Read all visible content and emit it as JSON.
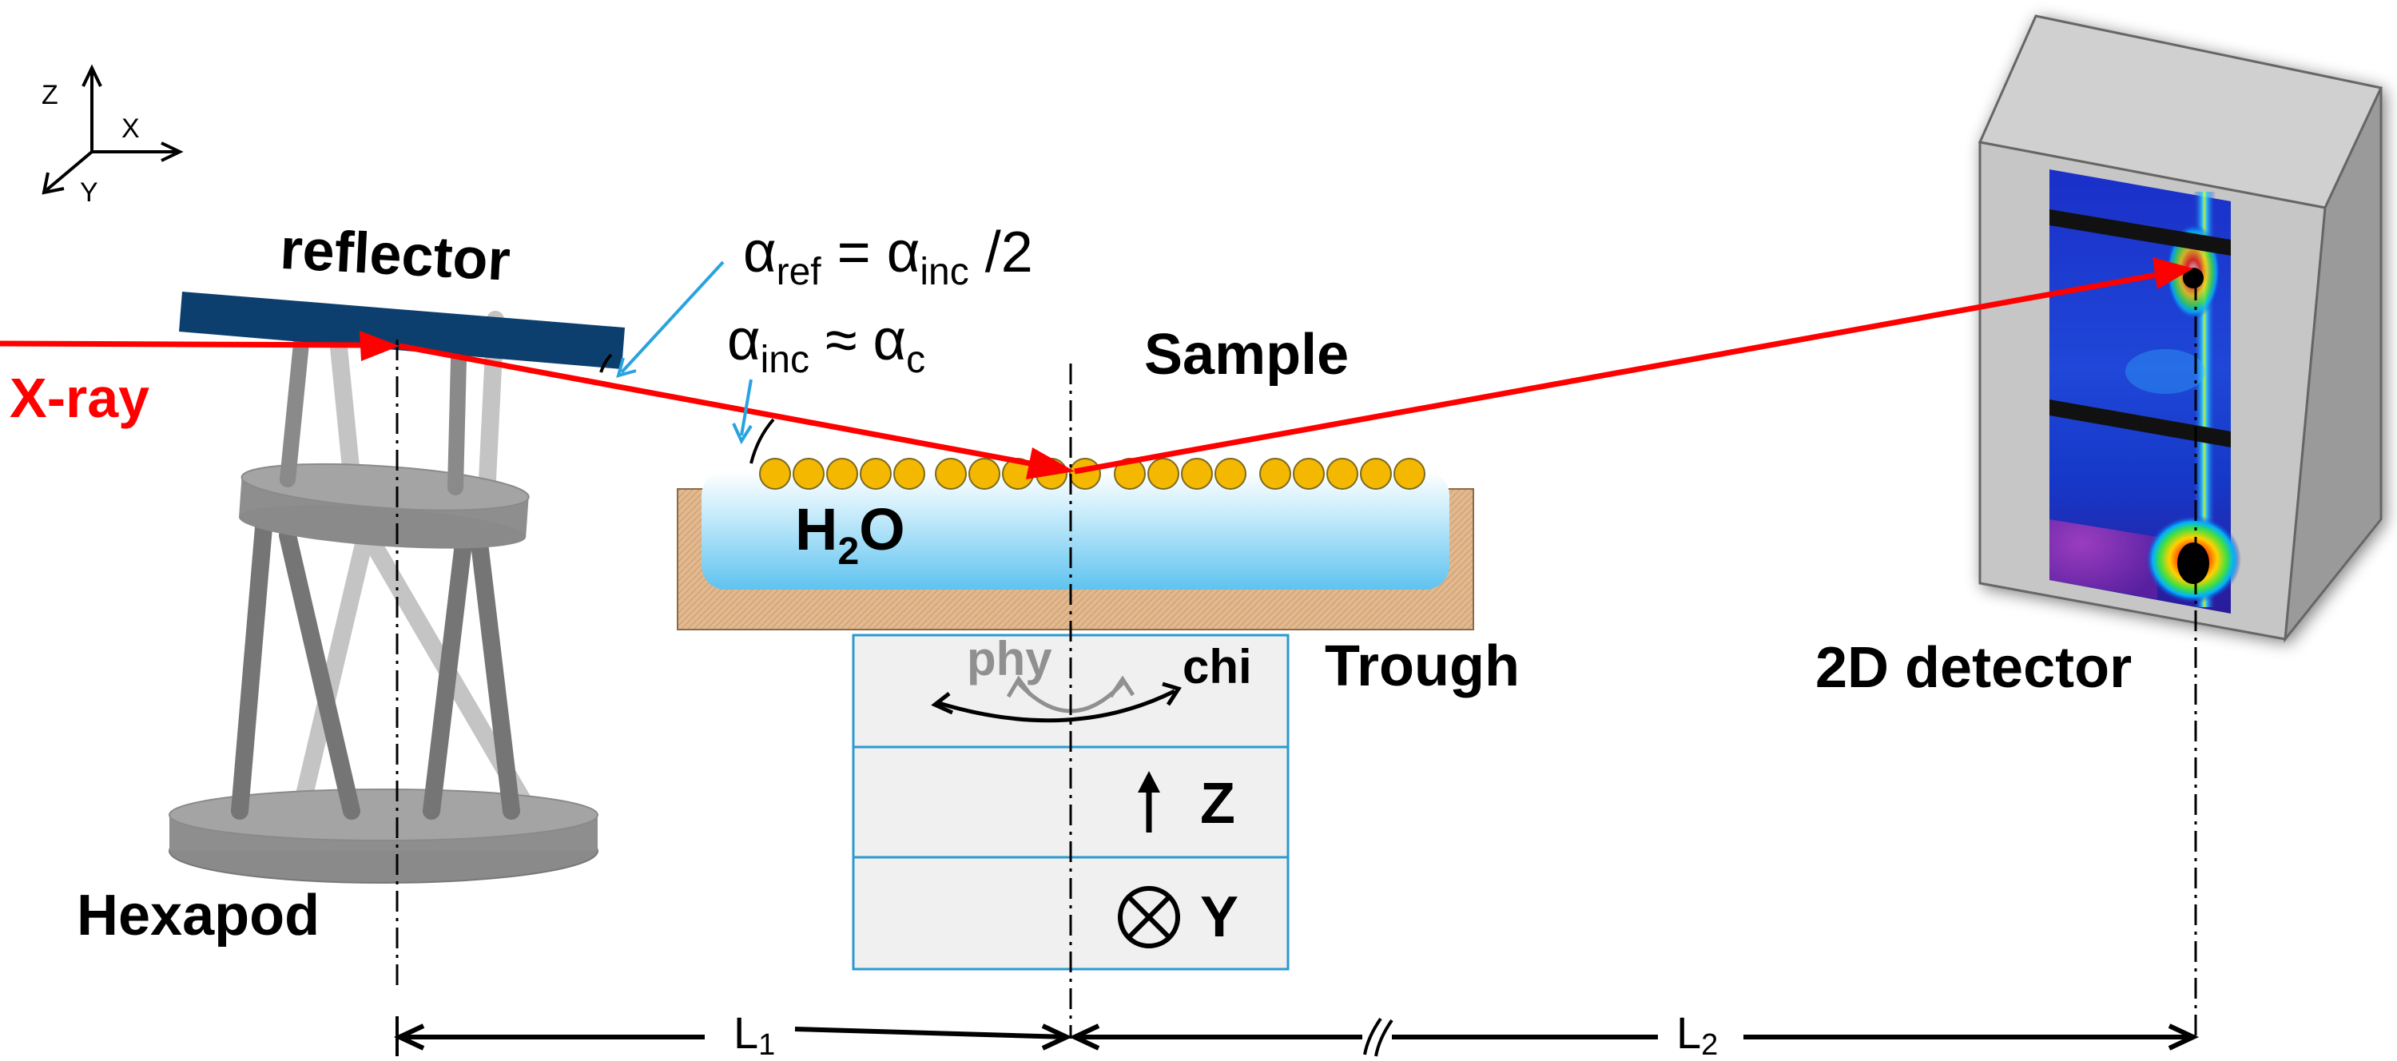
{
  "axes_legend": {
    "z": "Z",
    "x": "X",
    "y": "Y"
  },
  "labels": {
    "reflector": "reflector",
    "xray": "X-ray",
    "hexapod": "Hexapod",
    "sample": "Sample",
    "trough": "Trough",
    "detector": "2D detector",
    "water_h": "H",
    "water_sub": "2",
    "water_o": "O",
    "phy": "phy",
    "chi": "chi",
    "z_stage": "Z",
    "y_stage": "Y",
    "l1_base": "L",
    "l1_sub": "1",
    "l2_base": "L",
    "l2_sub": "2"
  },
  "equations": {
    "eq1": {
      "a1": "α",
      "s1": "ref",
      "mid": " = ",
      "a2": "α",
      "s2": "inc",
      "tail": " /2"
    },
    "eq2": {
      "a1": "α",
      "s1": "inc",
      "mid": " ≈ ",
      "a2": "α",
      "s2": "c"
    }
  },
  "colors": {
    "beam": "#ff0000",
    "reflector": "#0d3f6e",
    "water": "#a8dcf5",
    "trough": "#e2b88e",
    "particles": "#f5b800",
    "hexapod": "#9a9a9a",
    "detector_body": "#c6c6c6",
    "detector_screen": "#1a2fc8",
    "leader": "#29a3e0"
  }
}
